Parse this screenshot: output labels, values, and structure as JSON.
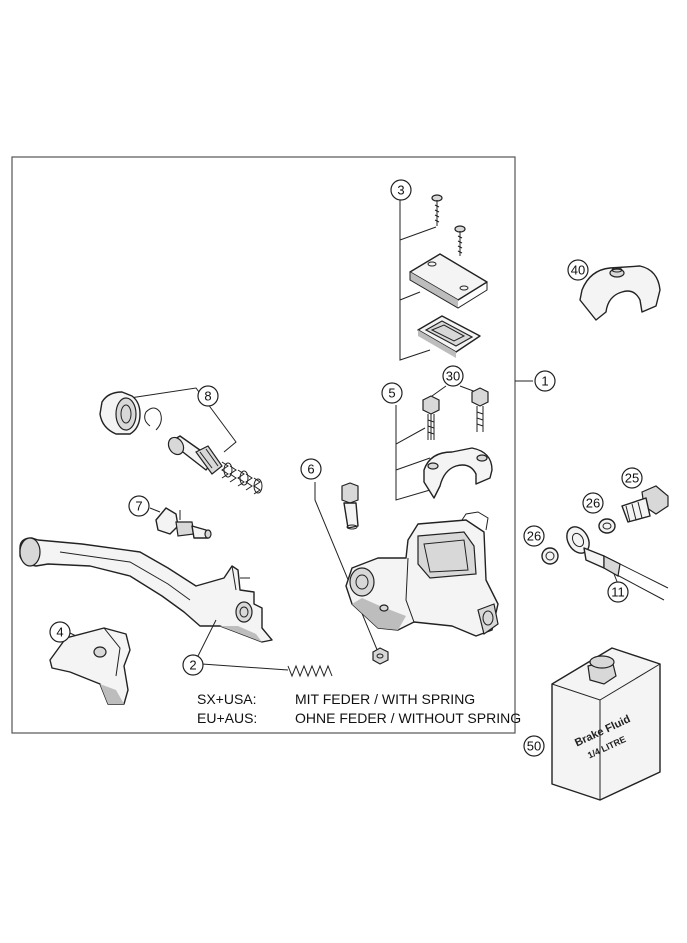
{
  "callouts": [
    {
      "label": "1"
    },
    {
      "label": "2"
    },
    {
      "label": "3"
    },
    {
      "label": "4"
    },
    {
      "label": "5"
    },
    {
      "label": "6"
    },
    {
      "label": "7"
    },
    {
      "label": "8"
    },
    {
      "label": "11"
    },
    {
      "label": "25"
    },
    {
      "label": "26"
    },
    {
      "label": "26"
    },
    {
      "label": "30"
    },
    {
      "label": "40"
    },
    {
      "label": "50"
    }
  ],
  "notes": [
    {
      "region": "SX+USA:",
      "text": "MIT FEDER / WITH SPRING"
    },
    {
      "region": "EU+AUS:",
      "text": "OHNE FEDER / WITHOUT SPRING"
    }
  ],
  "bottle": {
    "label1": "Brake Fluid",
    "label2": "1/4 LITRE"
  },
  "colors": {
    "line": "#222222",
    "frame": "#555555"
  }
}
